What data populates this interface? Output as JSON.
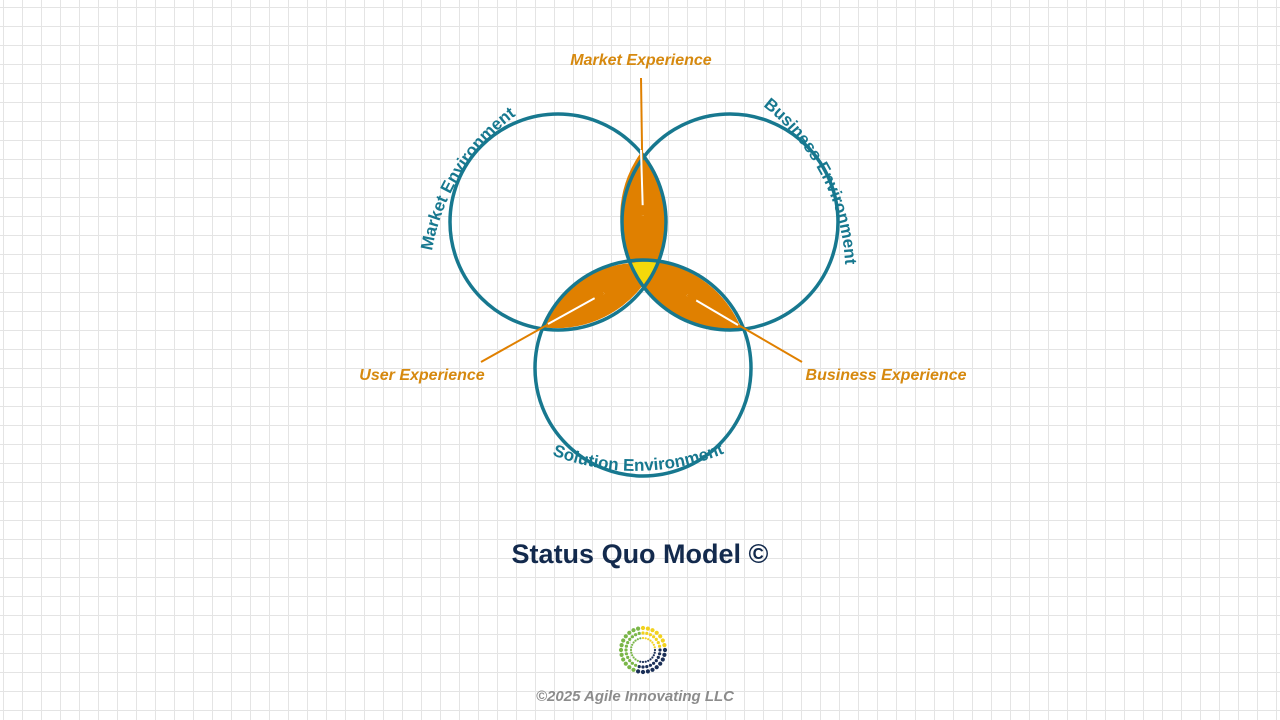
{
  "colors": {
    "teal": "#17788f",
    "orange": "#e08000",
    "center_yellow": "#f5d90a",
    "label_orange": "#d6890f",
    "title_navy": "#132a4d",
    "copyright_gray": "#8c8c8c",
    "logo_green": "#7ab648",
    "logo_yellow": "#f2d21e",
    "logo_navy": "#1a2f57"
  },
  "diagram": {
    "circles": {
      "market": "Market Environment",
      "business": "Business Environment",
      "solution": "Solution Environment"
    },
    "experiences": {
      "market": "Market Experience",
      "user": "User Experience",
      "business": "Business Experience"
    }
  },
  "footer": {
    "title": "Status Quo Model ©",
    "logo_icon": "agile-innovating-dot-ring-logo",
    "copyright": "©2025 Agile Innovating LLC"
  }
}
